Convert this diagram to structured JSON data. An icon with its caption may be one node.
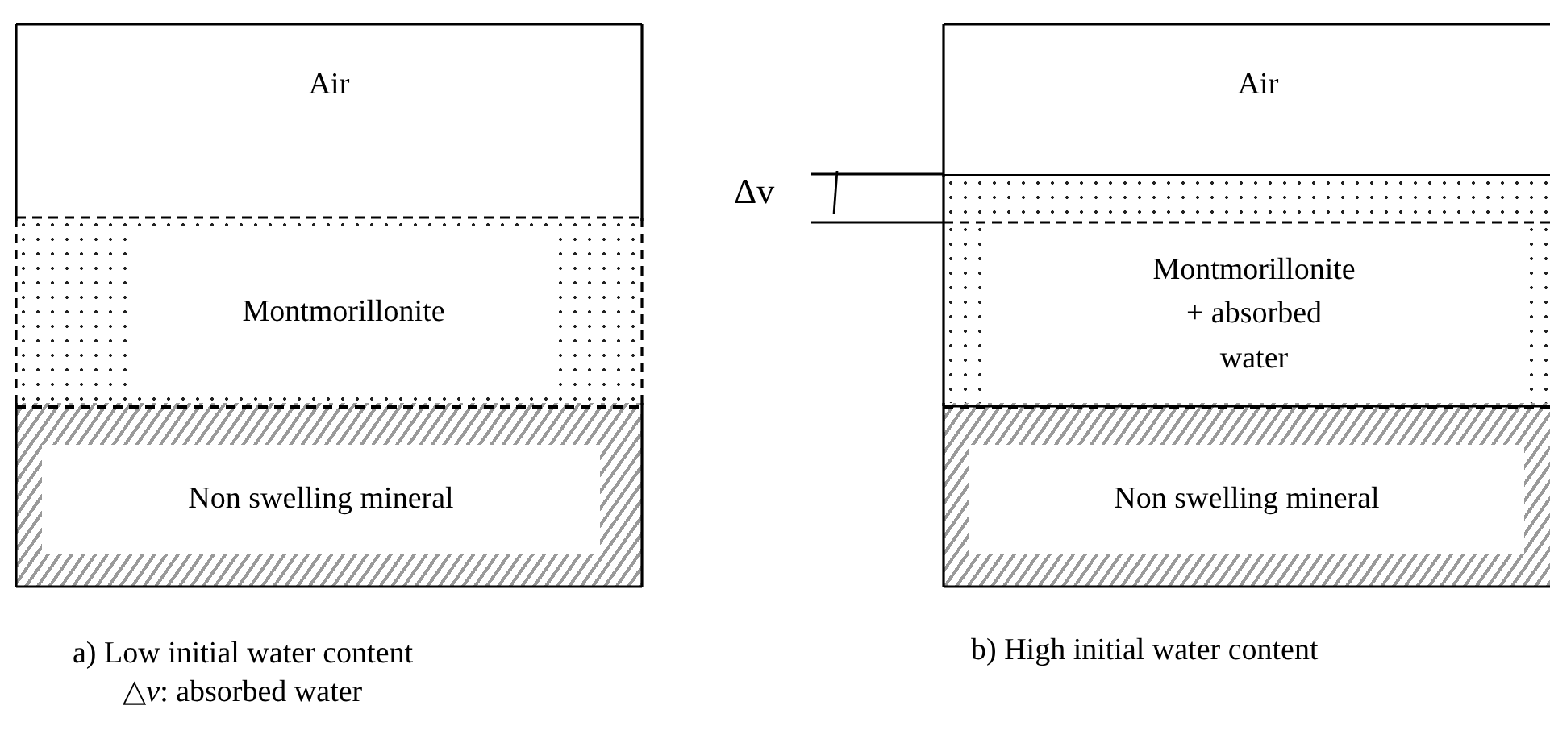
{
  "diagram": {
    "nodes": [
      {
        "text": [
          "Air"
        ]
      },
      {
        "text": [
          "Montmorillonite"
        ]
      },
      {
        "text": [
          "Non swelling mineral"
        ]
      },
      {
        "text": [
          "Air"
        ]
      },
      {
        "text": [
          "Montmorillonite + absorbed water"
        ]
      },
      {
        "text": [
          "Non swelling mineral"
        ]
      }
    ],
    "labels": [
      "Δv",
      "a) Low initial water content",
      "△*v*: absorbed water",
      "b) High initial water content"
    ]
  }
}
